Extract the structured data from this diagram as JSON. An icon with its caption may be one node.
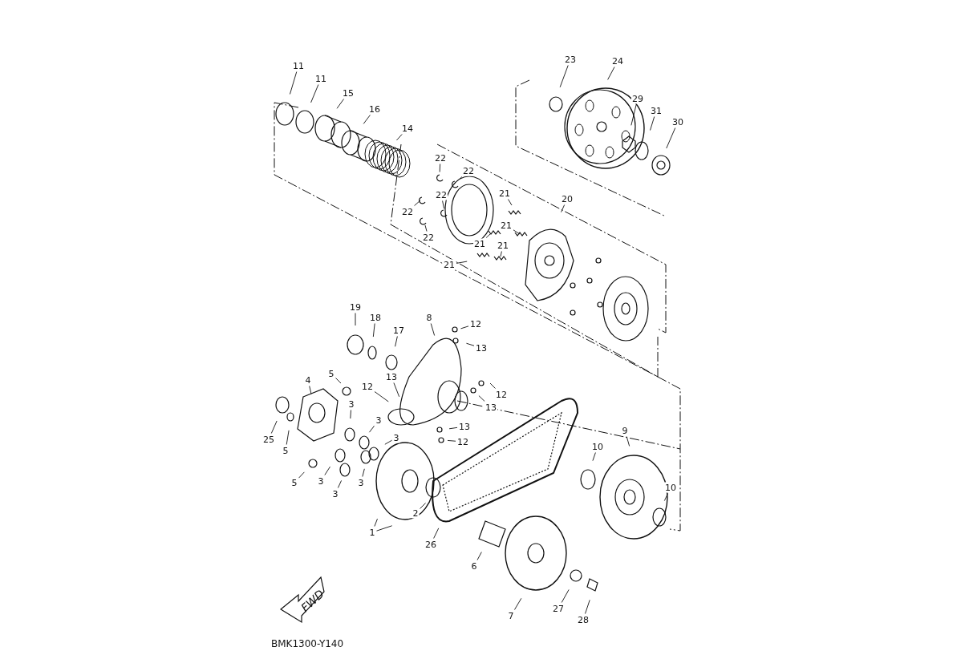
{
  "diagram": {
    "nodes": [
      {
        "text": [
          "11"
        ]
      },
      {
        "text": [
          "11"
        ]
      },
      {
        "text": [
          "15"
        ]
      },
      {
        "text": [
          "16"
        ]
      },
      {
        "text": [
          "14"
        ]
      },
      {
        "text": [
          "23"
        ]
      },
      {
        "text": [
          "24"
        ]
      },
      {
        "text": [
          "29"
        ]
      },
      {
        "text": [
          "31"
        ]
      },
      {
        "text": [
          "30"
        ]
      },
      {
        "text": [
          "22"
        ]
      },
      {
        "text": [
          "22"
        ]
      },
      {
        "text": [
          "22"
        ]
      },
      {
        "text": [
          "22"
        ]
      },
      {
        "text": [
          "22"
        ]
      },
      {
        "text": [
          "21"
        ]
      },
      {
        "text": [
          "20"
        ]
      },
      {
        "text": [
          "21"
        ]
      },
      {
        "text": [
          "21"
        ]
      },
      {
        "text": [
          "21"
        ]
      },
      {
        "text": [
          "21"
        ]
      },
      {
        "text": [
          "19"
        ]
      },
      {
        "text": [
          "18"
        ]
      },
      {
        "text": [
          "17"
        ]
      },
      {
        "text": [
          "8"
        ]
      },
      {
        "text": [
          "12"
        ]
      },
      {
        "text": [
          "13"
        ]
      },
      {
        "text": [
          "5"
        ]
      },
      {
        "text": [
          "4"
        ]
      },
      {
        "text": [
          "12"
        ]
      },
      {
        "text": [
          "13"
        ]
      },
      {
        "text": [
          "13"
        ]
      },
      {
        "text": [
          "12"
        ]
      },
      {
        "text": [
          "3"
        ]
      },
      {
        "text": [
          "3"
        ]
      },
      {
        "text": [
          "3"
        ]
      },
      {
        "text": [
          "25"
        ]
      },
      {
        "text": [
          "5"
        ]
      },
      {
        "text": [
          "13"
        ]
      },
      {
        "text": [
          "12"
        ]
      },
      {
        "text": [
          "10"
        ]
      },
      {
        "text": [
          "9"
        ]
      },
      {
        "text": [
          "5"
        ]
      },
      {
        "text": [
          "3"
        ]
      },
      {
        "text": [
          "3"
        ]
      },
      {
        "text": [
          "3"
        ]
      },
      {
        "text": [
          "10"
        ]
      },
      {
        "text": [
          "2"
        ]
      },
      {
        "text": [
          "1"
        ]
      },
      {
        "text": [
          "26"
        ]
      },
      {
        "text": [
          "6"
        ]
      },
      {
        "text": [
          "7"
        ]
      },
      {
        "text": [
          "27"
        ]
      },
      {
        "text": [
          "28"
        ]
      }
    ],
    "edges": [
      {
        "from": 0,
        "to": null,
        "arrow": "none"
      },
      {
        "from": 1,
        "to": null,
        "arrow": "none"
      },
      {
        "from": 2,
        "to": null,
        "arrow": "none"
      },
      {
        "from": 3,
        "to": null,
        "arrow": "none"
      },
      {
        "from": 4,
        "to": null,
        "arrow": "none"
      },
      {
        "from": 5,
        "to": null,
        "arrow": "none"
      },
      {
        "from": 6,
        "to": null,
        "arrow": "none"
      },
      {
        "from": 7,
        "to": null,
        "arrow": "none"
      },
      {
        "from": 8,
        "to": null,
        "arrow": "none"
      },
      {
        "from": 9,
        "to": null,
        "arrow": "none"
      },
      {
        "from": 10,
        "to": null,
        "arrow": "none"
      },
      {
        "from": 11,
        "to": null,
        "arrow": "none"
      },
      {
        "from": 12,
        "to": null,
        "arrow": "none"
      },
      {
        "from": 13,
        "to": null,
        "arrow": "none"
      },
      {
        "from": 14,
        "to": null,
        "arrow": "none"
      },
      {
        "from": 15,
        "to": null,
        "arrow": "none"
      },
      {
        "from": 16,
        "to": null,
        "arrow": "none"
      },
      {
        "from": 17,
        "to": null,
        "arrow": "none"
      },
      {
        "from": 18,
        "to": null,
        "arrow": "none"
      },
      {
        "from": 19,
        "to": null,
        "arrow": "none"
      },
      {
        "from": 20,
        "to": null,
        "arrow": "none"
      },
      {
        "from": 21,
        "to": null,
        "arrow": "none"
      },
      {
        "from": 22,
        "to": null,
        "arrow": "none"
      },
      {
        "from": 23,
        "to": null,
        "arrow": "none"
      },
      {
        "from": 24,
        "to": null,
        "arrow": "none"
      },
      {
        "from": 25,
        "to": null,
        "arrow": "none"
      },
      {
        "from": 26,
        "to": null,
        "arrow": "none"
      },
      {
        "from": 27,
        "to": null,
        "arrow": "none"
      },
      {
        "from": 28,
        "to": null,
        "arrow": "none"
      },
      {
        "from": 29,
        "to": null,
        "arrow": "none"
      },
      {
        "from": 30,
        "to": null,
        "arrow": "none"
      },
      {
        "from": 31,
        "to": null,
        "arrow": "none"
      },
      {
        "from": 32,
        "to": null,
        "arrow": "none"
      },
      {
        "from": 33,
        "to": null,
        "arrow": "none"
      },
      {
        "from": 34,
        "to": null,
        "arrow": "none"
      },
      {
        "from": 35,
        "to": null,
        "arrow": "none"
      },
      {
        "from": 36,
        "to": null,
        "arrow": "none"
      },
      {
        "from": 37,
        "to": null,
        "arrow": "none"
      },
      {
        "from": 38,
        "to": null,
        "arrow": "none"
      },
      {
        "from": 39,
        "to": null,
        "arrow": "none"
      },
      {
        "from": 40,
        "to": null,
        "arrow": "none"
      },
      {
        "from": 41,
        "to": null,
        "arrow": "none"
      },
      {
        "from": 42,
        "to": null,
        "arrow": "none"
      },
      {
        "from": 43,
        "to": null,
        "arrow": "none"
      },
      {
        "from": 44,
        "to": null,
        "arrow": "none"
      },
      {
        "from": 45,
        "to": null,
        "arrow": "none"
      },
      {
        "from": 46,
        "to": null,
        "arrow": "none"
      },
      {
        "from": 47,
        "to": null,
        "arrow": "none"
      },
      {
        "from": 48,
        "to": null,
        "arrow": "none"
      },
      {
        "from": 48,
        "to": null,
        "arrow": "none"
      },
      {
        "from": 49,
        "to": null,
        "arrow": "none"
      },
      {
        "from": 50,
        "to": null,
        "arrow": "none"
      },
      {
        "from": 51,
        "to": null,
        "arrow": "none"
      },
      {
        "from": 52,
        "to": null,
        "arrow": "none"
      },
      {
        "from": 53,
        "to": null,
        "arrow": "none"
      }
    ],
    "labels": [
      "FWD",
      "BMK1300-Y140"
    ]
  }
}
